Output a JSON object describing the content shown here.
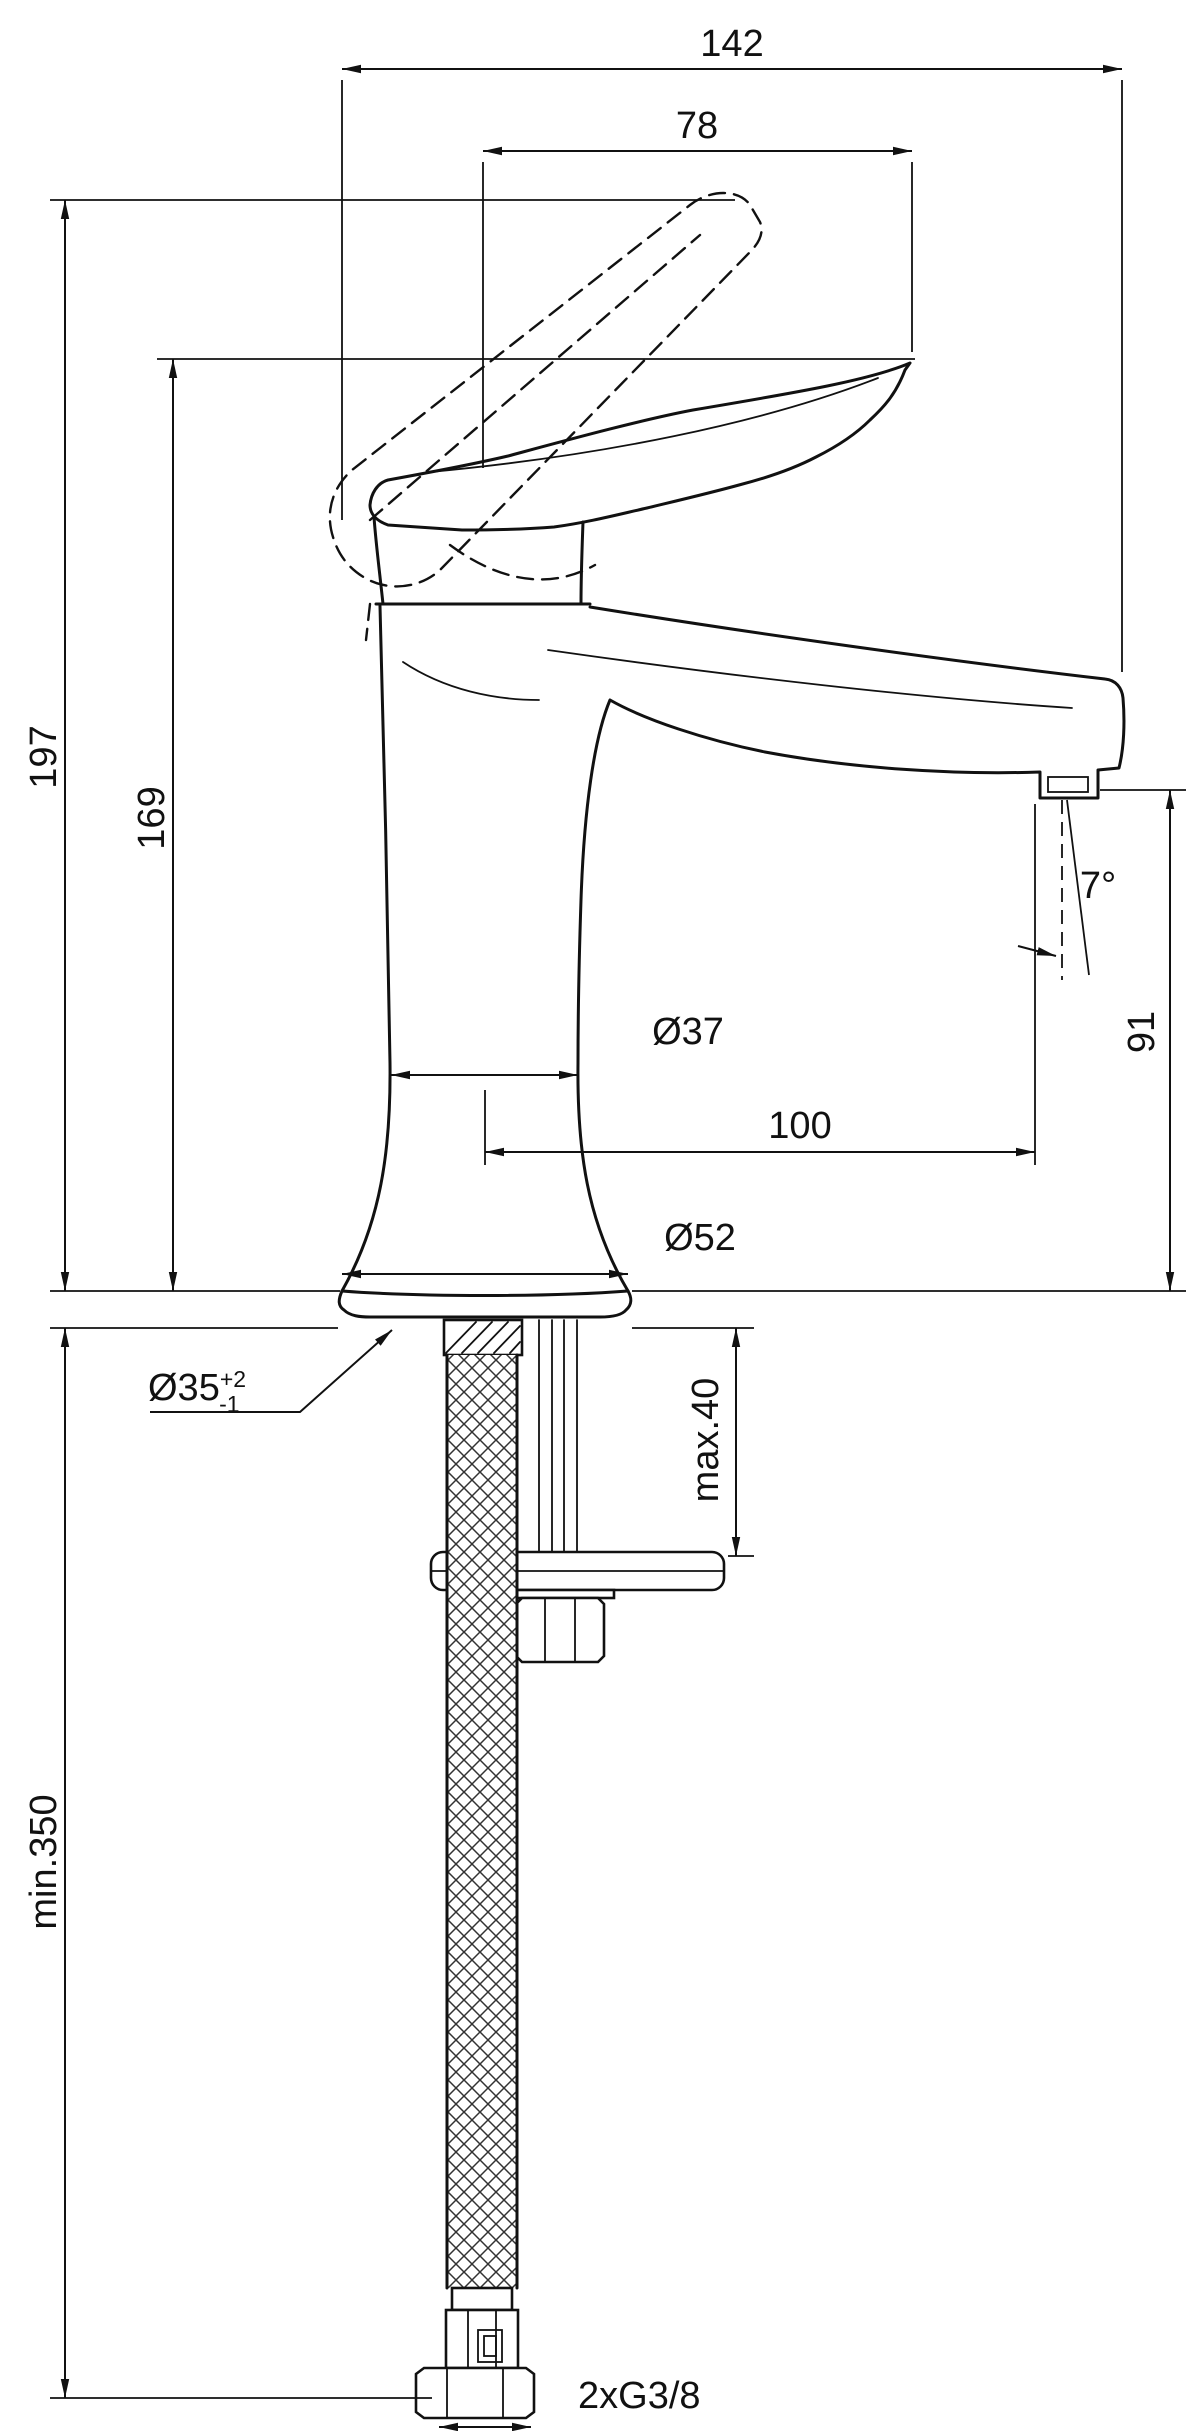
{
  "dims": {
    "width_total": "142",
    "width_handle": "78",
    "height_total": "197",
    "height_body": "169",
    "height_outlet": "91",
    "angle_spout": "7°",
    "dia_column": "Ø37",
    "reach_outlet": "100",
    "dia_base": "Ø52",
    "dia_hole": "Ø35",
    "dia_hole_tol_plus": "+2",
    "dia_hole_tol_minus": "-1",
    "thickness_max": "max.40",
    "hose_min": "min.350",
    "connection": "2xG3/8"
  },
  "colors": {
    "ink": "#111111",
    "background": "#ffffff"
  }
}
